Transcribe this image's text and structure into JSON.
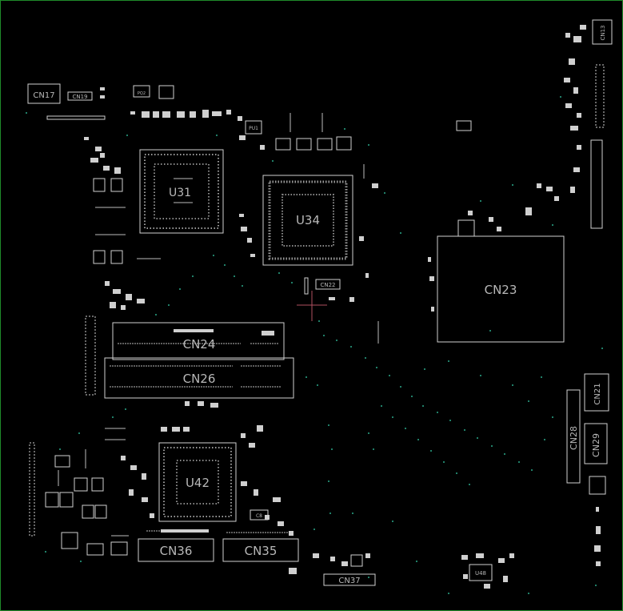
{
  "theme": {
    "background": "#000000",
    "border": "#1f8a2a",
    "outline": "#d0d0d0",
    "via": "#2aa88a",
    "cursor": "#b05060"
  },
  "labels": {
    "cn17": "CN17",
    "cn19": "CN19",
    "u31": "U31",
    "u34": "U34",
    "cn22": "CN22",
    "cn23": "CN23",
    "cn24": "CN24",
    "cn26": "CN26",
    "u42": "U42",
    "cn36": "CN36",
    "cn35": "CN35",
    "cn37": "CN37",
    "u48": "U48",
    "cn21": "CN21",
    "cn28": "CN28",
    "cn29": "CN29",
    "cn13": "CN13",
    "pq2": "PQ2",
    "pu1": "PU1",
    "c8": "C8"
  }
}
